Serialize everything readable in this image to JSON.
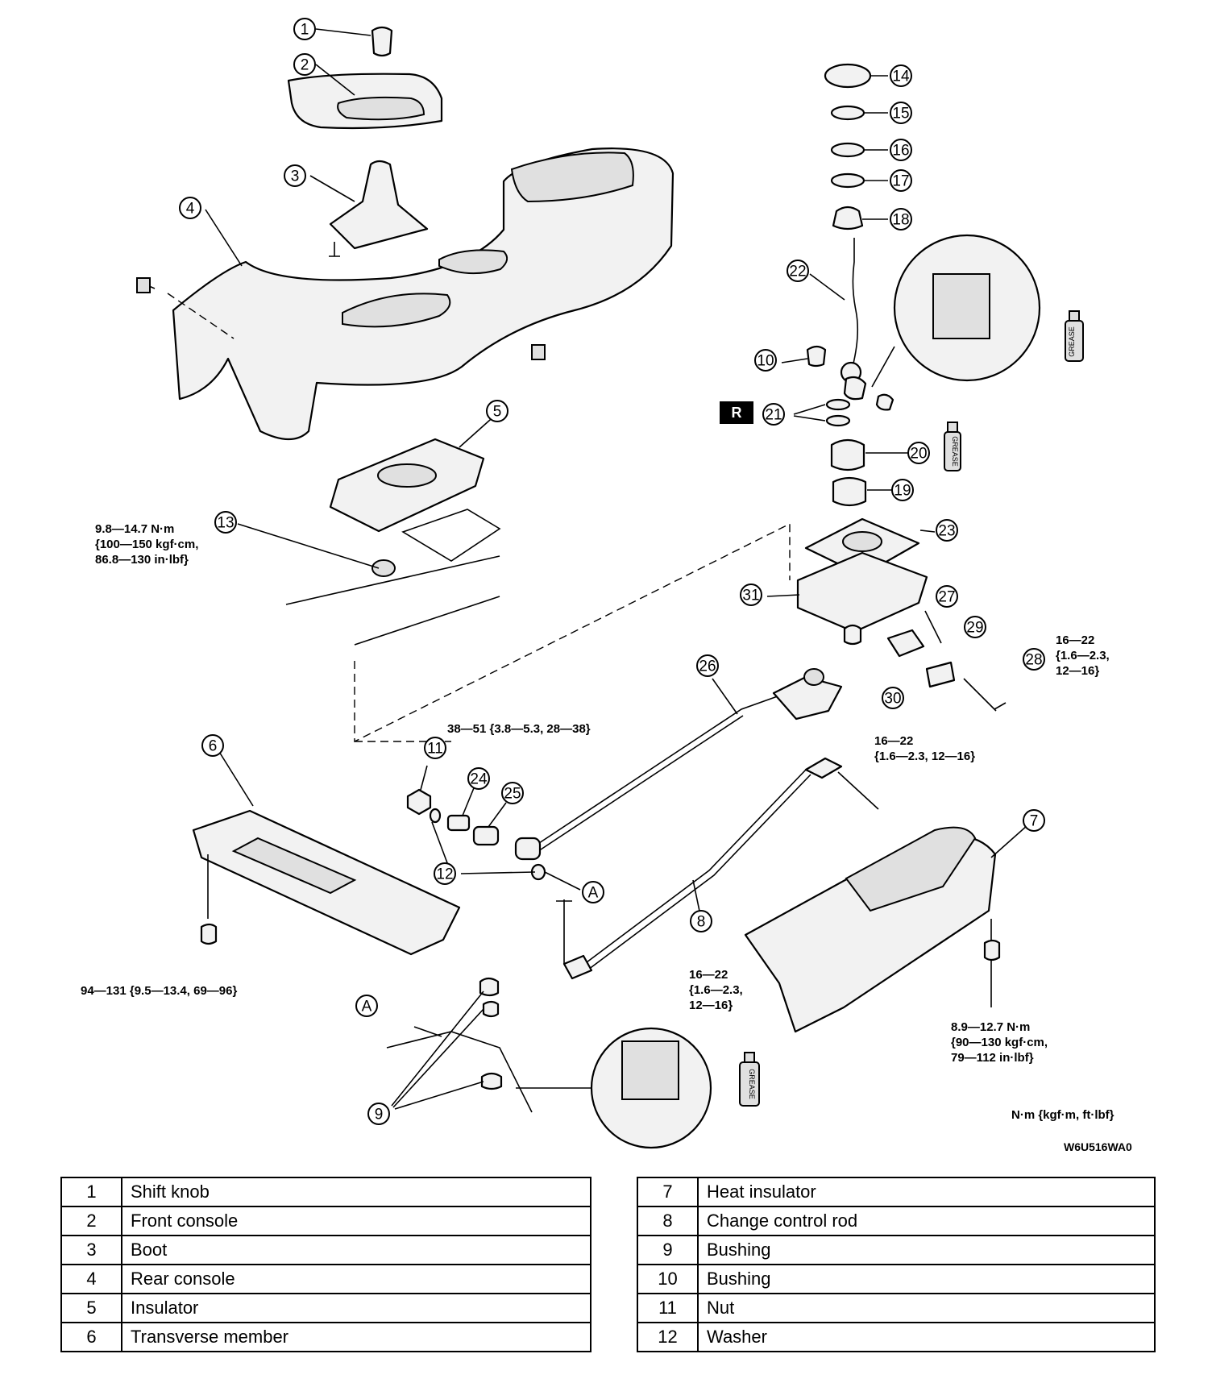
{
  "callouts": [
    {
      "id": "c1",
      "label": "1"
    },
    {
      "id": "c2",
      "label": "2"
    },
    {
      "id": "c3",
      "label": "3"
    },
    {
      "id": "c4",
      "label": "4"
    },
    {
      "id": "c5",
      "label": "5"
    },
    {
      "id": "c6",
      "label": "6"
    },
    {
      "id": "c7",
      "label": "7"
    },
    {
      "id": "c8",
      "label": "8"
    },
    {
      "id": "c9",
      "label": "9"
    },
    {
      "id": "c10",
      "label": "10"
    },
    {
      "id": "c11",
      "label": "11"
    },
    {
      "id": "c12",
      "label": "12"
    },
    {
      "id": "c13",
      "label": "13"
    },
    {
      "id": "c14",
      "label": "14"
    },
    {
      "id": "c15",
      "label": "15"
    },
    {
      "id": "c16",
      "label": "16"
    },
    {
      "id": "c17",
      "label": "17"
    },
    {
      "id": "c18",
      "label": "18"
    },
    {
      "id": "c19",
      "label": "19"
    },
    {
      "id": "c20",
      "label": "20"
    },
    {
      "id": "c21",
      "label": "21"
    },
    {
      "id": "c22",
      "label": "22"
    },
    {
      "id": "c23",
      "label": "23"
    },
    {
      "id": "c24",
      "label": "24"
    },
    {
      "id": "c25",
      "label": "25"
    },
    {
      "id": "c26",
      "label": "26"
    },
    {
      "id": "c27",
      "label": "27"
    },
    {
      "id": "c28",
      "label": "28"
    },
    {
      "id": "c29",
      "label": "29"
    },
    {
      "id": "c30",
      "label": "30"
    },
    {
      "id": "c31",
      "label": "31"
    },
    {
      "id": "cA1",
      "label": "A"
    },
    {
      "id": "cA2",
      "label": "A"
    }
  ],
  "torque_specs": {
    "insulator_nut": "9.8—14.7 N·m\n{100—150 kgf·cm,\n86.8—130 in·lbf}",
    "shift_bolt": "16—22\n{1.6—2.3,\n12—16}",
    "lever_bolt": "38—51 {3.8—5.3, 28—38}",
    "rod_bolt_upper": "16—22\n{1.6—2.3, 12—16}",
    "rod_bolt_lower": "16—22\n{1.6—2.3,\n12—16}",
    "transverse_bolt": "94—131 {9.5—13.4, 69—96}",
    "insulator_bolt": "8.9—12.7 N·m\n{90—130 kgf·cm,\n79—112 in·lbf}"
  },
  "unit_note": "N·m {kgf·m, ft·lbf}",
  "figure_code": "W6U516WA0",
  "r_badge": "R",
  "grease_label": "GREASE",
  "parts_left": [
    {
      "num": "1",
      "name": "Shift knob"
    },
    {
      "num": "2",
      "name": "Front console"
    },
    {
      "num": "3",
      "name": "Boot"
    },
    {
      "num": "4",
      "name": "Rear console"
    },
    {
      "num": "5",
      "name": "Insulator"
    },
    {
      "num": "6",
      "name": "Transverse member"
    }
  ],
  "parts_right": [
    {
      "num": "7",
      "name": "Heat insulator"
    },
    {
      "num": "8",
      "name": "Change control rod"
    },
    {
      "num": "9",
      "name": "Bushing"
    },
    {
      "num": "10",
      "name": "Bushing"
    },
    {
      "num": "11",
      "name": "Nut"
    },
    {
      "num": "12",
      "name": "Washer"
    }
  ]
}
